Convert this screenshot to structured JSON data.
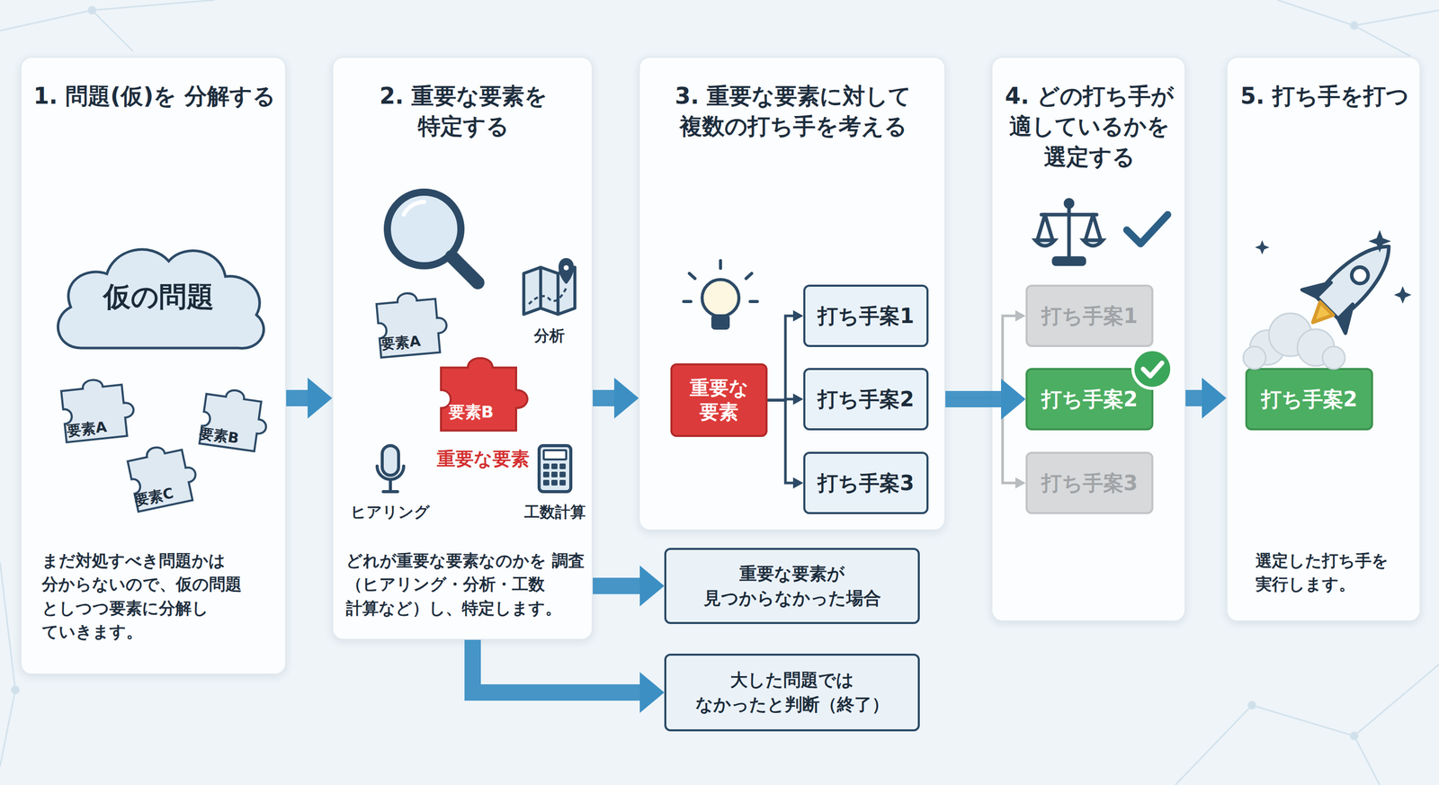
{
  "diagram": {
    "nodes": [
      {
        "text": [
          "1. 問題(仮)を 分解する",
          "まだ対処すべき問題かは 分からないので、仮の問題 としつつ要素に分解し ていきます。"
        ]
      },
      {
        "text": [
          "仮の問題"
        ],
        "in": 0
      },
      {
        "text": [
          "要素A"
        ],
        "in": 0
      },
      {
        "text": [
          "要素B"
        ],
        "in": 0
      },
      {
        "text": [
          "要素C"
        ],
        "in": 0
      },
      {
        "text": [
          "2. 重要な要素を 特定する",
          "どれが重要な要素なのかを 調査（ヒアリング・分析・工数 計算など）し、特定します。"
        ]
      },
      {
        "text": [
          "要素A"
        ],
        "in": 5
      },
      {
        "text": [
          "要素B"
        ],
        "in": 5
      },
      {
        "text": [
          "3. 重要な要素に対して 複数の打ち手を考える"
        ]
      },
      {
        "text": [
          "重要な 要素"
        ],
        "in": 8
      },
      {
        "text": [
          "打ち手案1"
        ],
        "in": 8
      },
      {
        "text": [
          "打ち手案2"
        ],
        "in": 8
      },
      {
        "text": [
          "打ち手案3"
        ],
        "in": 8
      },
      {
        "text": [
          "4. どの打ち手が 適しているかを 選定する"
        ]
      },
      {
        "text": [
          "打ち手案1"
        ],
        "in": 13
      },
      {
        "text": [
          "打ち手案2"
        ],
        "in": 13
      },
      {
        "text": [
          "打ち手案3"
        ],
        "in": 13
      },
      {
        "text": [
          "5. 打ち手を打つ",
          "選定した打ち手を 実行します。"
        ]
      },
      {
        "text": [
          "打ち手案2"
        ],
        "in": 17
      },
      {
        "text": [
          "重要な要素が 見つからなかった場合"
        ]
      },
      {
        "text": [
          "大した問題では なかったと判断（終了）"
        ]
      }
    ],
    "edges": [
      {
        "from": 0,
        "to": 5,
        "arrow": "to"
      },
      {
        "from": 5,
        "to": 8,
        "arrow": "to"
      },
      {
        "from": 8,
        "to": 15,
        "arrow": "to"
      },
      {
        "from": 8,
        "to": 14,
        "arrow": "to"
      },
      {
        "from": 8,
        "to": 16,
        "arrow": "to"
      },
      {
        "from": 13,
        "to": 17,
        "arrow": "to"
      },
      {
        "from": 9,
        "to": 10,
        "arrow": "to"
      },
      {
        "from": 9,
        "to": 11,
        "arrow": "to"
      },
      {
        "from": 9,
        "to": 12,
        "arrow": "to"
      },
      {
        "from": 5,
        "to": 19,
        "arrow": "to"
      },
      {
        "from": 5,
        "to": 20,
        "arrow": "to"
      }
    ],
    "labels": [
      "分析",
      "重要な要素",
      "ヒアリング",
      "工数計算"
    ]
  }
}
